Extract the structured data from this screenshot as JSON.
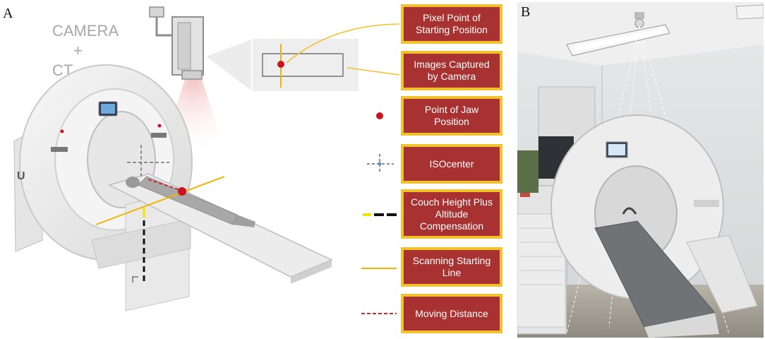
{
  "panels": {
    "a": "A",
    "b": "B"
  },
  "camera_label": {
    "line1": "CAMERA",
    "line2": "+",
    "line3": "CT"
  },
  "legend": [
    {
      "id": "pixel-point",
      "label_lines": [
        "Pixel Point of",
        "Starting Position"
      ]
    },
    {
      "id": "images-captured",
      "label_lines": [
        "Images Captured",
        "by Camera"
      ]
    },
    {
      "id": "jaw-point",
      "label_lines": [
        "Point of Jaw",
        "Position"
      ]
    },
    {
      "id": "isocenter",
      "label_lines": [
        "ISOcenter"
      ]
    },
    {
      "id": "couch-height",
      "label_lines": [
        "Couch Height Plus",
        "Altitude",
        "Compensation"
      ]
    },
    {
      "id": "scan-line",
      "label_lines": [
        "Scanning Starting",
        "Line"
      ]
    },
    {
      "id": "moving-distance",
      "label_lines": [
        "Moving Distance"
      ]
    }
  ],
  "colors": {
    "legend_fill": "#a83232",
    "legend_border": "#f2c12e",
    "jaw_point": "#c8141e",
    "scan_line": "#f2b300",
    "couch_yellow": "#f5e000",
    "couch_black": "#111111",
    "moving_distance": "#d42a2a",
    "isocenter": "#5b8fbf"
  }
}
